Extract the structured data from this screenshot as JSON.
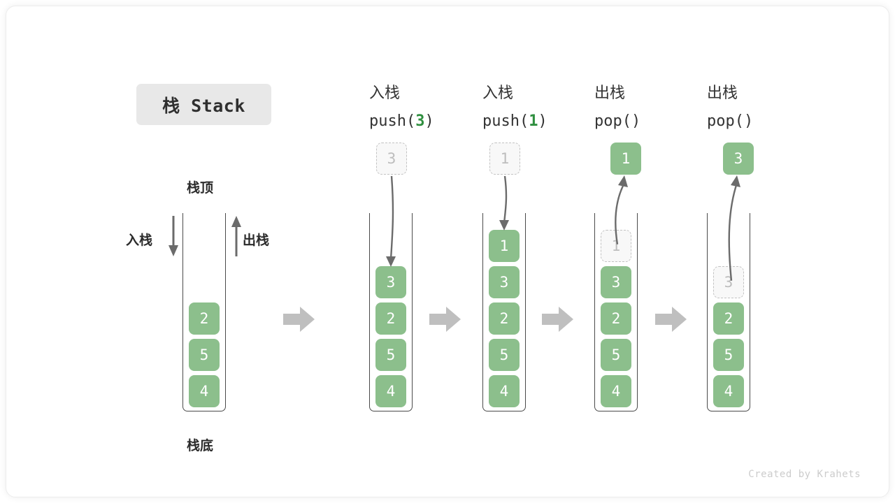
{
  "title_badge": {
    "text": "栈 Stack"
  },
  "left_diagram": {
    "top_label": "栈顶",
    "bottom_label": "栈底",
    "push_label": "入栈",
    "pop_label": "出栈",
    "stack_values": [
      "2",
      "5",
      "4"
    ]
  },
  "columns": [
    {
      "id": "push-3",
      "header_cn": "入栈",
      "header_fn_prefix": "push(",
      "header_fn_arg": "3",
      "header_fn_suffix": ")",
      "floating_value": "3",
      "floating_state": "ghost",
      "stack_values": [
        "3",
        "2",
        "5",
        "4"
      ],
      "ghost_index": -1
    },
    {
      "id": "push-1",
      "header_cn": "入栈",
      "header_fn_prefix": "push(",
      "header_fn_arg": "1",
      "header_fn_suffix": ")",
      "floating_value": "1",
      "floating_state": "ghost",
      "stack_values": [
        "1",
        "3",
        "2",
        "5",
        "4"
      ],
      "ghost_index": -1
    },
    {
      "id": "pop-1",
      "header_cn": "出栈",
      "header_fn_prefix": "pop(",
      "header_fn_arg": "",
      "header_fn_suffix": ")",
      "floating_value": "1",
      "floating_state": "solid",
      "stack_values": [
        "1",
        "3",
        "2",
        "5",
        "4"
      ],
      "ghost_index": 0
    },
    {
      "id": "pop-2",
      "header_cn": "出栈",
      "header_fn_prefix": "pop(",
      "header_fn_arg": "",
      "header_fn_suffix": ")",
      "floating_value": "3",
      "floating_state": "solid",
      "stack_values": [
        "3",
        "2",
        "5",
        "4"
      ],
      "ghost_index": 0
    }
  ],
  "colors": {
    "green": "#8cbf8c",
    "green_text": "#2f8f3f",
    "gray_arrow": "#bfbfbf",
    "ghost_border": "#c2c2c2",
    "badge_bg": "#e8e8e8"
  },
  "credit": "Created by Krahets"
}
